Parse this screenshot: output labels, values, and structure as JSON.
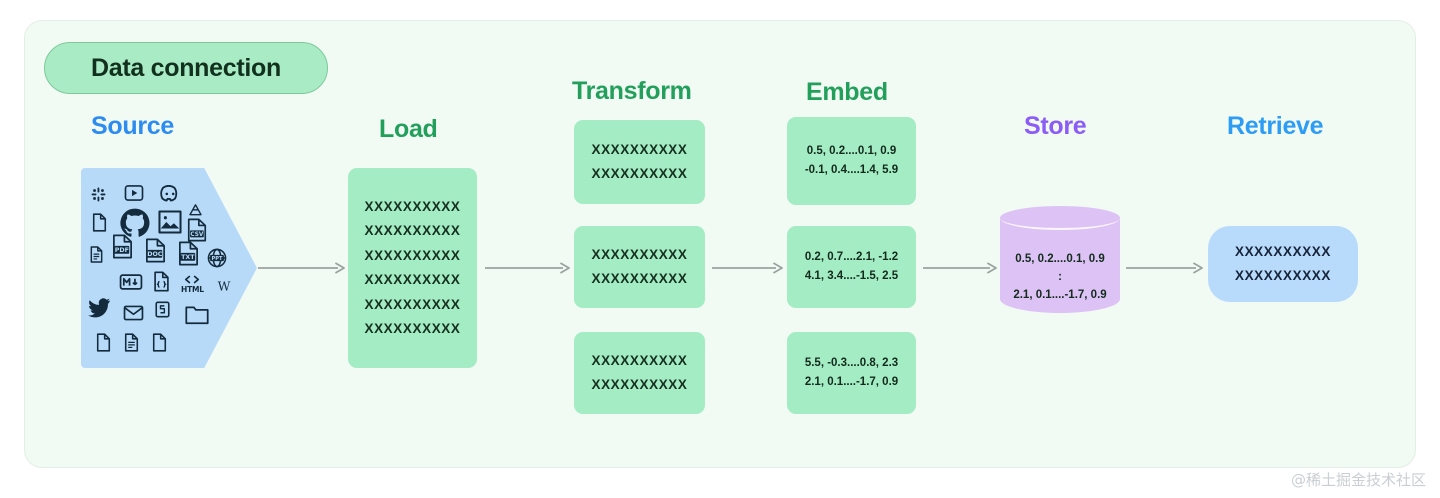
{
  "diagram": {
    "title_badge": "Data connection",
    "watermark": "@稀土掘金技术社区",
    "colors": {
      "panel_bg": "#f2faf4",
      "badge_bg": "#a9ebc4",
      "source_label": "#2d8cf0",
      "load_label": "#22a05b",
      "transform_label": "#22a05b",
      "embed_label": "#22a05b",
      "store_label": "#8b5cf6",
      "retrieve_label": "#2d9cf5",
      "green_box": "#a3ecc4",
      "source_shape": "#b6daf8",
      "cylinder": "#ddc3f5",
      "retrieve_box": "#b9dbfb",
      "arrow": "#9aa3a0"
    },
    "stages": [
      {
        "key": "source",
        "label": "Source"
      },
      {
        "key": "load",
        "label": "Load"
      },
      {
        "key": "transform",
        "label": "Transform"
      },
      {
        "key": "embed",
        "label": "Embed"
      },
      {
        "key": "store",
        "label": "Store"
      },
      {
        "key": "retrieve",
        "label": "Retrieve"
      }
    ],
    "source": {
      "icons": [
        "slack-icon",
        "youtube-icon",
        "discord-icon",
        "file-icon",
        "github-icon",
        "image-icon",
        "google-drive-icon",
        "csv-file-icon",
        "document-lines-icon",
        "pdf-file-icon",
        "doc-file-icon",
        "txt-file-icon",
        "ppt-file-icon",
        "markdown-icon",
        "json-file-icon",
        "html-icon",
        "wikipedia-icon",
        "twitter-icon",
        "email-icon",
        "css-icon",
        "folder-icon",
        "blank-file-icon",
        "text-file-icon",
        "page-file-icon"
      ]
    },
    "load": {
      "rows": [
        "XXXXXXXXXX",
        "XXXXXXXXXX",
        "XXXXXXXXXX",
        "XXXXXXXXXX",
        "XXXXXXXXXX",
        "XXXXXXXXXX"
      ]
    },
    "transform": {
      "chunks": [
        {
          "rows": [
            "XXXXXXXXXX",
            "XXXXXXXXXX"
          ]
        },
        {
          "rows": [
            "XXXXXXXXXX",
            "XXXXXXXXXX"
          ]
        },
        {
          "rows": [
            "XXXXXXXXXX",
            "XXXXXXXXXX"
          ]
        }
      ]
    },
    "embed": {
      "vectors": [
        {
          "rows": [
            "0.5, 0.2....0.1, 0.9",
            "-0.1, 0.4....1.4, 5.9"
          ]
        },
        {
          "rows": [
            "0.2, 0.7....2.1, -1.2",
            "4.1, 3.4....-1.5, 2.5"
          ]
        },
        {
          "rows": [
            "5.5, -0.3....0.8, 2.3",
            "2.1, 0.1....-1.7, 0.9"
          ]
        }
      ]
    },
    "store": {
      "rows": [
        "0.5, 0.2....0.1, 0.9",
        ":",
        "2.1, 0.1....-1.7, 0.9"
      ]
    },
    "retrieve": {
      "rows": [
        "XXXXXXXXXX",
        "XXXXXXXXXX"
      ]
    }
  }
}
